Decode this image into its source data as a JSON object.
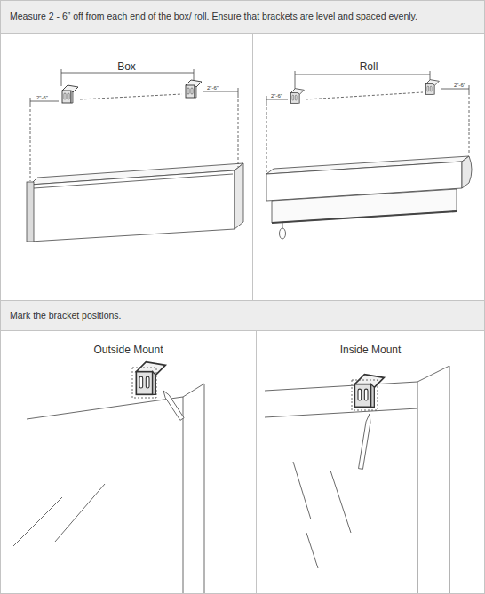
{
  "diagram": {
    "nodes": [
      {
        "text": [
          "Measure 2 - 6” off from each end of the box/ roll. Ensure that brackets are level and spaced evenly."
        ]
      },
      {
        "text": [
          "Box"
        ]
      },
      {
        "text": [
          "Roll"
        ]
      },
      {
        "text": [
          "Mark the bracket positions."
        ]
      },
      {
        "text": [
          "Outside Mount"
        ]
      },
      {
        "text": [
          "Inside Mount"
        ]
      }
    ],
    "labels": [
      "2\"-6\"",
      "2\"-6\"",
      "2\"-6\"",
      "2\"-6\""
    ]
  }
}
